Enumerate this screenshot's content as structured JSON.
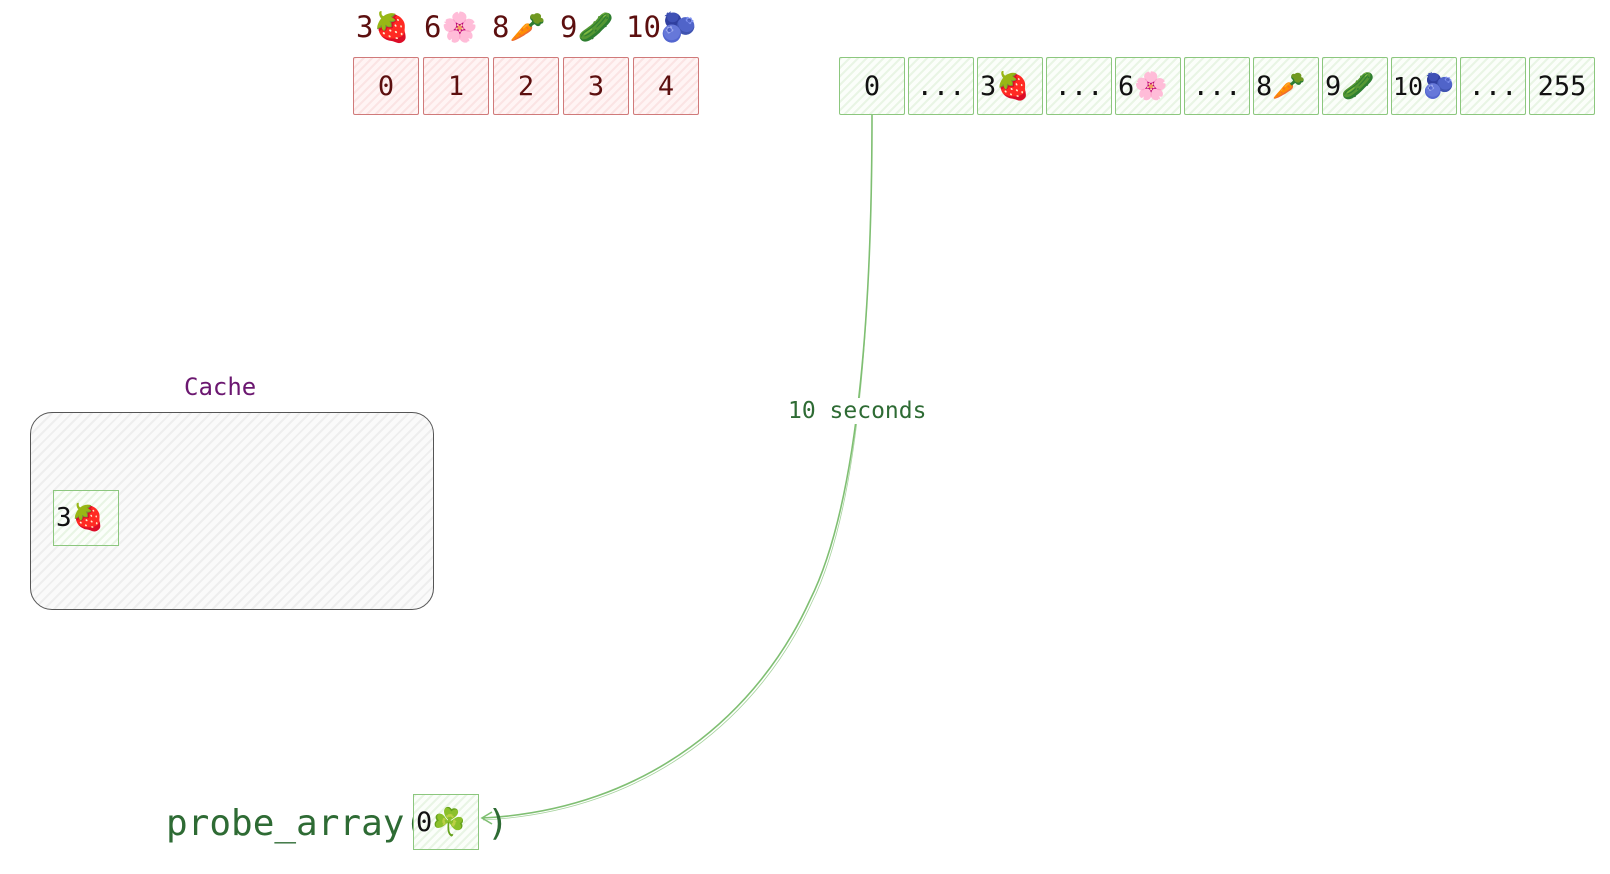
{
  "top_labels": [
    {
      "num": "3",
      "emoji": "🍓"
    },
    {
      "num": "6",
      "emoji": "🌸"
    },
    {
      "num": "8",
      "emoji": "🥕"
    },
    {
      "num": "9",
      "emoji": "🥒"
    },
    {
      "num": "10",
      "emoji": "🫐"
    }
  ],
  "small_array": [
    "0",
    "1",
    "2",
    "3",
    "4"
  ],
  "probe_array_cells": [
    {
      "num": "0",
      "emoji": ""
    },
    {
      "num": "...",
      "emoji": ""
    },
    {
      "num": "3",
      "emoji": "🍓"
    },
    {
      "num": "...",
      "emoji": ""
    },
    {
      "num": "6",
      "emoji": "🌸"
    },
    {
      "num": "...",
      "emoji": ""
    },
    {
      "num": "8",
      "emoji": "🥕"
    },
    {
      "num": "9",
      "emoji": "🥒"
    },
    {
      "num": "10",
      "emoji": "🫐"
    },
    {
      "num": "...",
      "emoji": ""
    },
    {
      "num": "255",
      "emoji": ""
    }
  ],
  "cache": {
    "title": "Cache",
    "item_num": "3",
    "item_emoji": "🍓"
  },
  "arrow": {
    "label": "10 seconds"
  },
  "probe": {
    "prefix": "probe_array(",
    "arg_num": "0",
    "arg_emoji": "☘️",
    "suffix": ")"
  },
  "colors": {
    "red_border": "#d07a7a",
    "red_text": "#5c0f0f",
    "green_border": "#8cc77e",
    "green_text": "#2e6b34",
    "cache_title": "#6b1770"
  }
}
